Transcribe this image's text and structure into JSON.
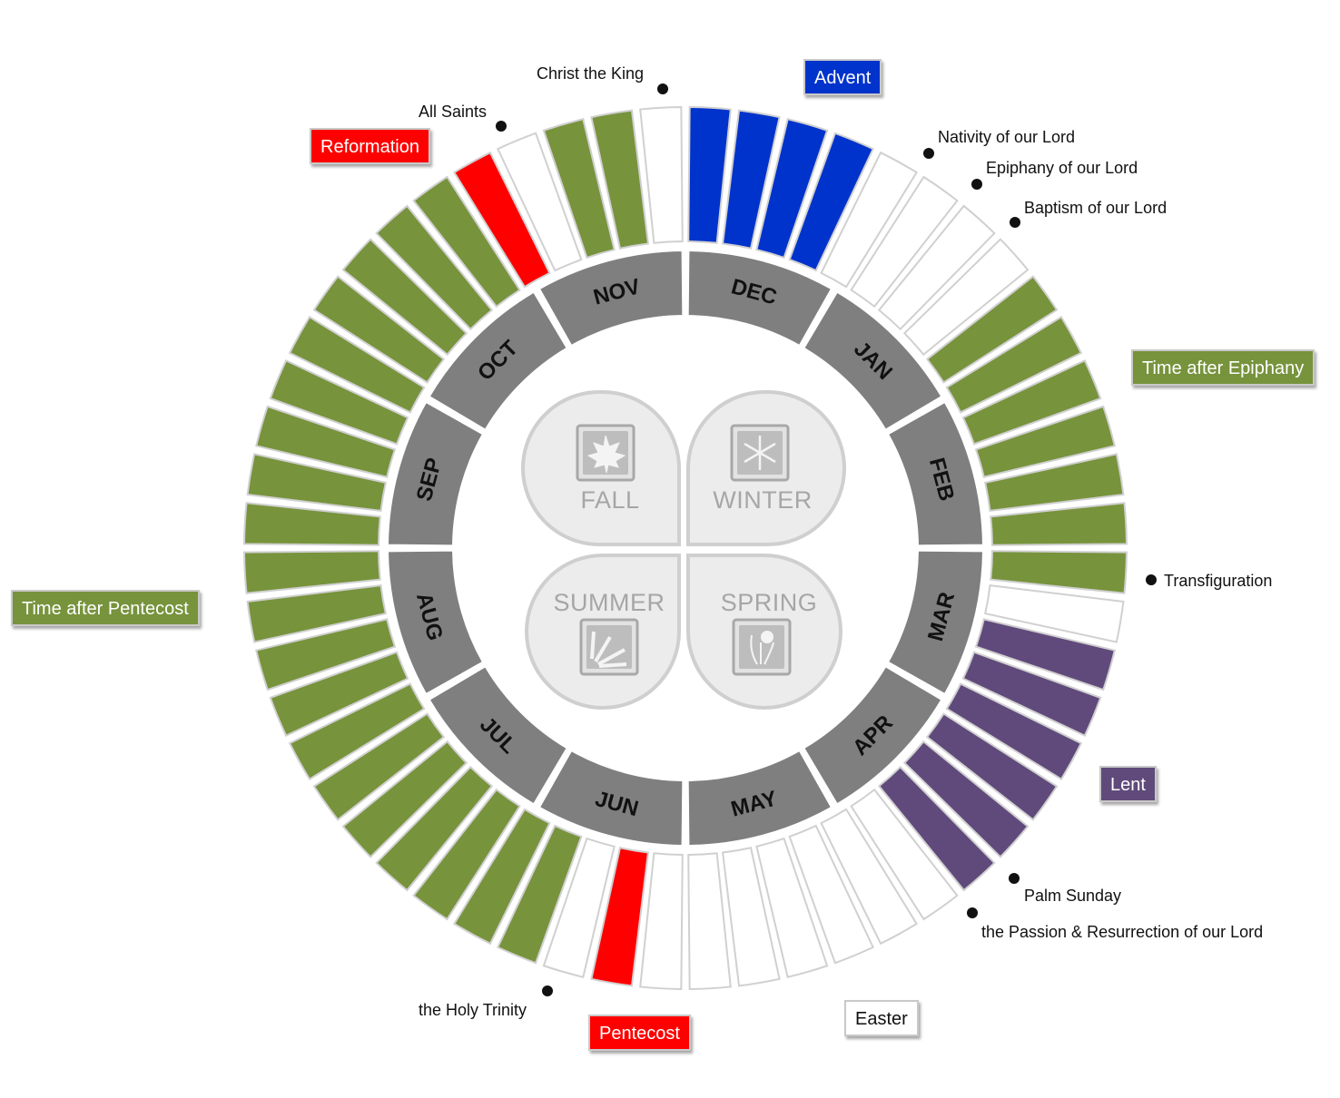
{
  "colors": {
    "advent": "#0033cc",
    "christmas": "#ffffff",
    "green": "#77933c",
    "lent": "#604a7b",
    "easter": "#ffffff",
    "red": "#ff0000",
    "month_ring": "#7f7f7f"
  },
  "weeks": [
    "advent",
    "advent",
    "advent",
    "advent",
    "christmas",
    "christmas",
    "christmas",
    "christmas",
    "green",
    "green",
    "green",
    "green",
    "green",
    "green",
    "green",
    "christmas",
    "lent",
    "lent",
    "lent",
    "lent",
    "lent",
    "lent",
    "easter",
    "easter",
    "easter",
    "easter",
    "easter",
    "easter",
    "easter",
    "red",
    "christmas",
    "green",
    "green",
    "green",
    "green",
    "green",
    "green",
    "green",
    "green",
    "green",
    "green",
    "green",
    "green",
    "green",
    "green",
    "green",
    "green",
    "green",
    "green",
    "green",
    "green",
    "red",
    "christmas",
    "green",
    "green",
    "christmas"
  ],
  "months": [
    "DEC",
    "JAN",
    "FEB",
    "MAR",
    "APR",
    "MAY",
    "JUN",
    "JUL",
    "AUG",
    "SEP",
    "OCT",
    "NOV"
  ],
  "seasons": [
    {
      "label": "FALL",
      "icon": "maple-leaf-icon"
    },
    {
      "label": "WINTER",
      "icon": "snowflake-icon"
    },
    {
      "label": "SUMMER",
      "icon": "sun-rays-icon"
    },
    {
      "label": "SPRING",
      "icon": "daffodil-icon"
    }
  ],
  "tags": {
    "advent": {
      "text": "Advent",
      "bg": "#0033cc"
    },
    "epiphany": {
      "text": "Time after Epiphany",
      "bg": "#77933c"
    },
    "lent": {
      "text": "Lent",
      "bg": "#604a7b"
    },
    "easter": {
      "text": "Easter",
      "bg": "#ffffff"
    },
    "pentecost": {
      "text": "Pentecost",
      "bg": "#ff0000"
    },
    "after_pentecost": {
      "text": "Time after Pentecost",
      "bg": "#77933c"
    },
    "reformation": {
      "text": "Reformation",
      "bg": "#ff0000"
    }
  },
  "festivals": {
    "christ_the_king": "Christ the King",
    "all_saints": "All Saints",
    "nativity": "Nativity of our Lord",
    "epiphany": "Epiphany of our Lord",
    "baptism": "Baptism of our Lord",
    "transfiguration": "Transfiguration",
    "palm_sunday": "Palm Sunday",
    "passion": "the Passion & Resurrection  of our Lord",
    "holy_trinity": "the Holy Trinity"
  }
}
